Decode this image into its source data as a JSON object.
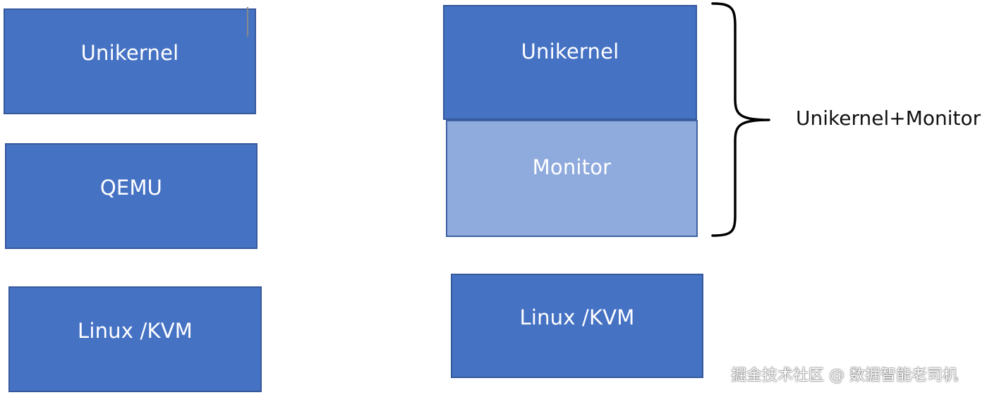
{
  "left_stack": {
    "top": "Unikernel",
    "middle": "QEMU",
    "bottom": "Linux /KVM"
  },
  "right_stack": {
    "top": "Unikernel",
    "middle": "Monitor",
    "bottom": "Linux /KVM"
  },
  "brace_label": "Unikernel+Monitor",
  "watermark": "掘金技术社区 @ 数据智能老司机",
  "colors": {
    "dark_box": "#4672c4",
    "light_box": "#8faadc",
    "border": "#36599b"
  }
}
